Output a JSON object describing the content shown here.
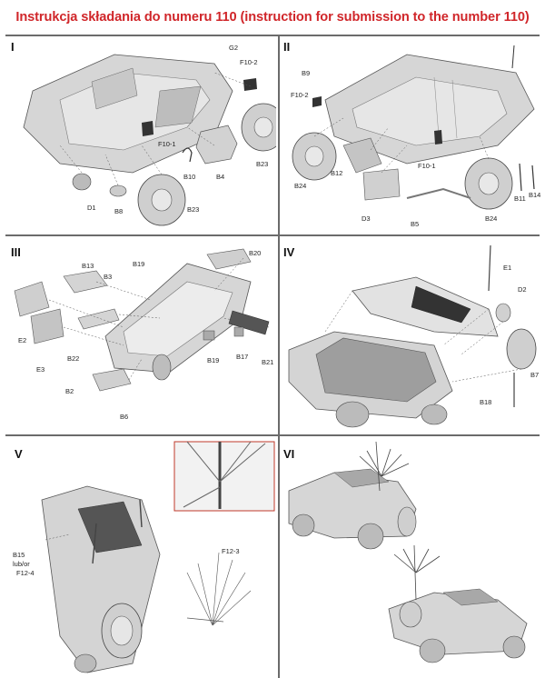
{
  "title": "Instrukcja składania do numeru 110 (instruction for submission to the number 110)",
  "colors": {
    "title": "#d0262a",
    "divider": "#6b6b6b",
    "part": "#cfcfcf",
    "part_dark": "#9a9a9a",
    "inset_border": "#c0392b"
  },
  "panels": [
    {
      "roman": "I",
      "labels": [
        "G2",
        "F10-2",
        "F10-1",
        "B10",
        "B4",
        "B23",
        "D1",
        "B8",
        "B23"
      ]
    },
    {
      "roman": "II",
      "labels": [
        "B9",
        "F10-2",
        "B12",
        "F10-1",
        "B24",
        "D3",
        "B5",
        "B11",
        "B14",
        "B24"
      ]
    },
    {
      "roman": "III",
      "labels": [
        "B20",
        "B13",
        "B3",
        "B19",
        "E2",
        "B22",
        "E3",
        "B2",
        "B6",
        "B19",
        "B17",
        "B21"
      ]
    },
    {
      "roman": "IV",
      "labels": [
        "E1",
        "D2",
        "B7",
        "B18"
      ]
    },
    {
      "roman": "V",
      "labels": [
        "F12-3",
        "B15",
        "lub/or",
        "F12-4"
      ]
    },
    {
      "roman": "VI",
      "labels": []
    }
  ]
}
